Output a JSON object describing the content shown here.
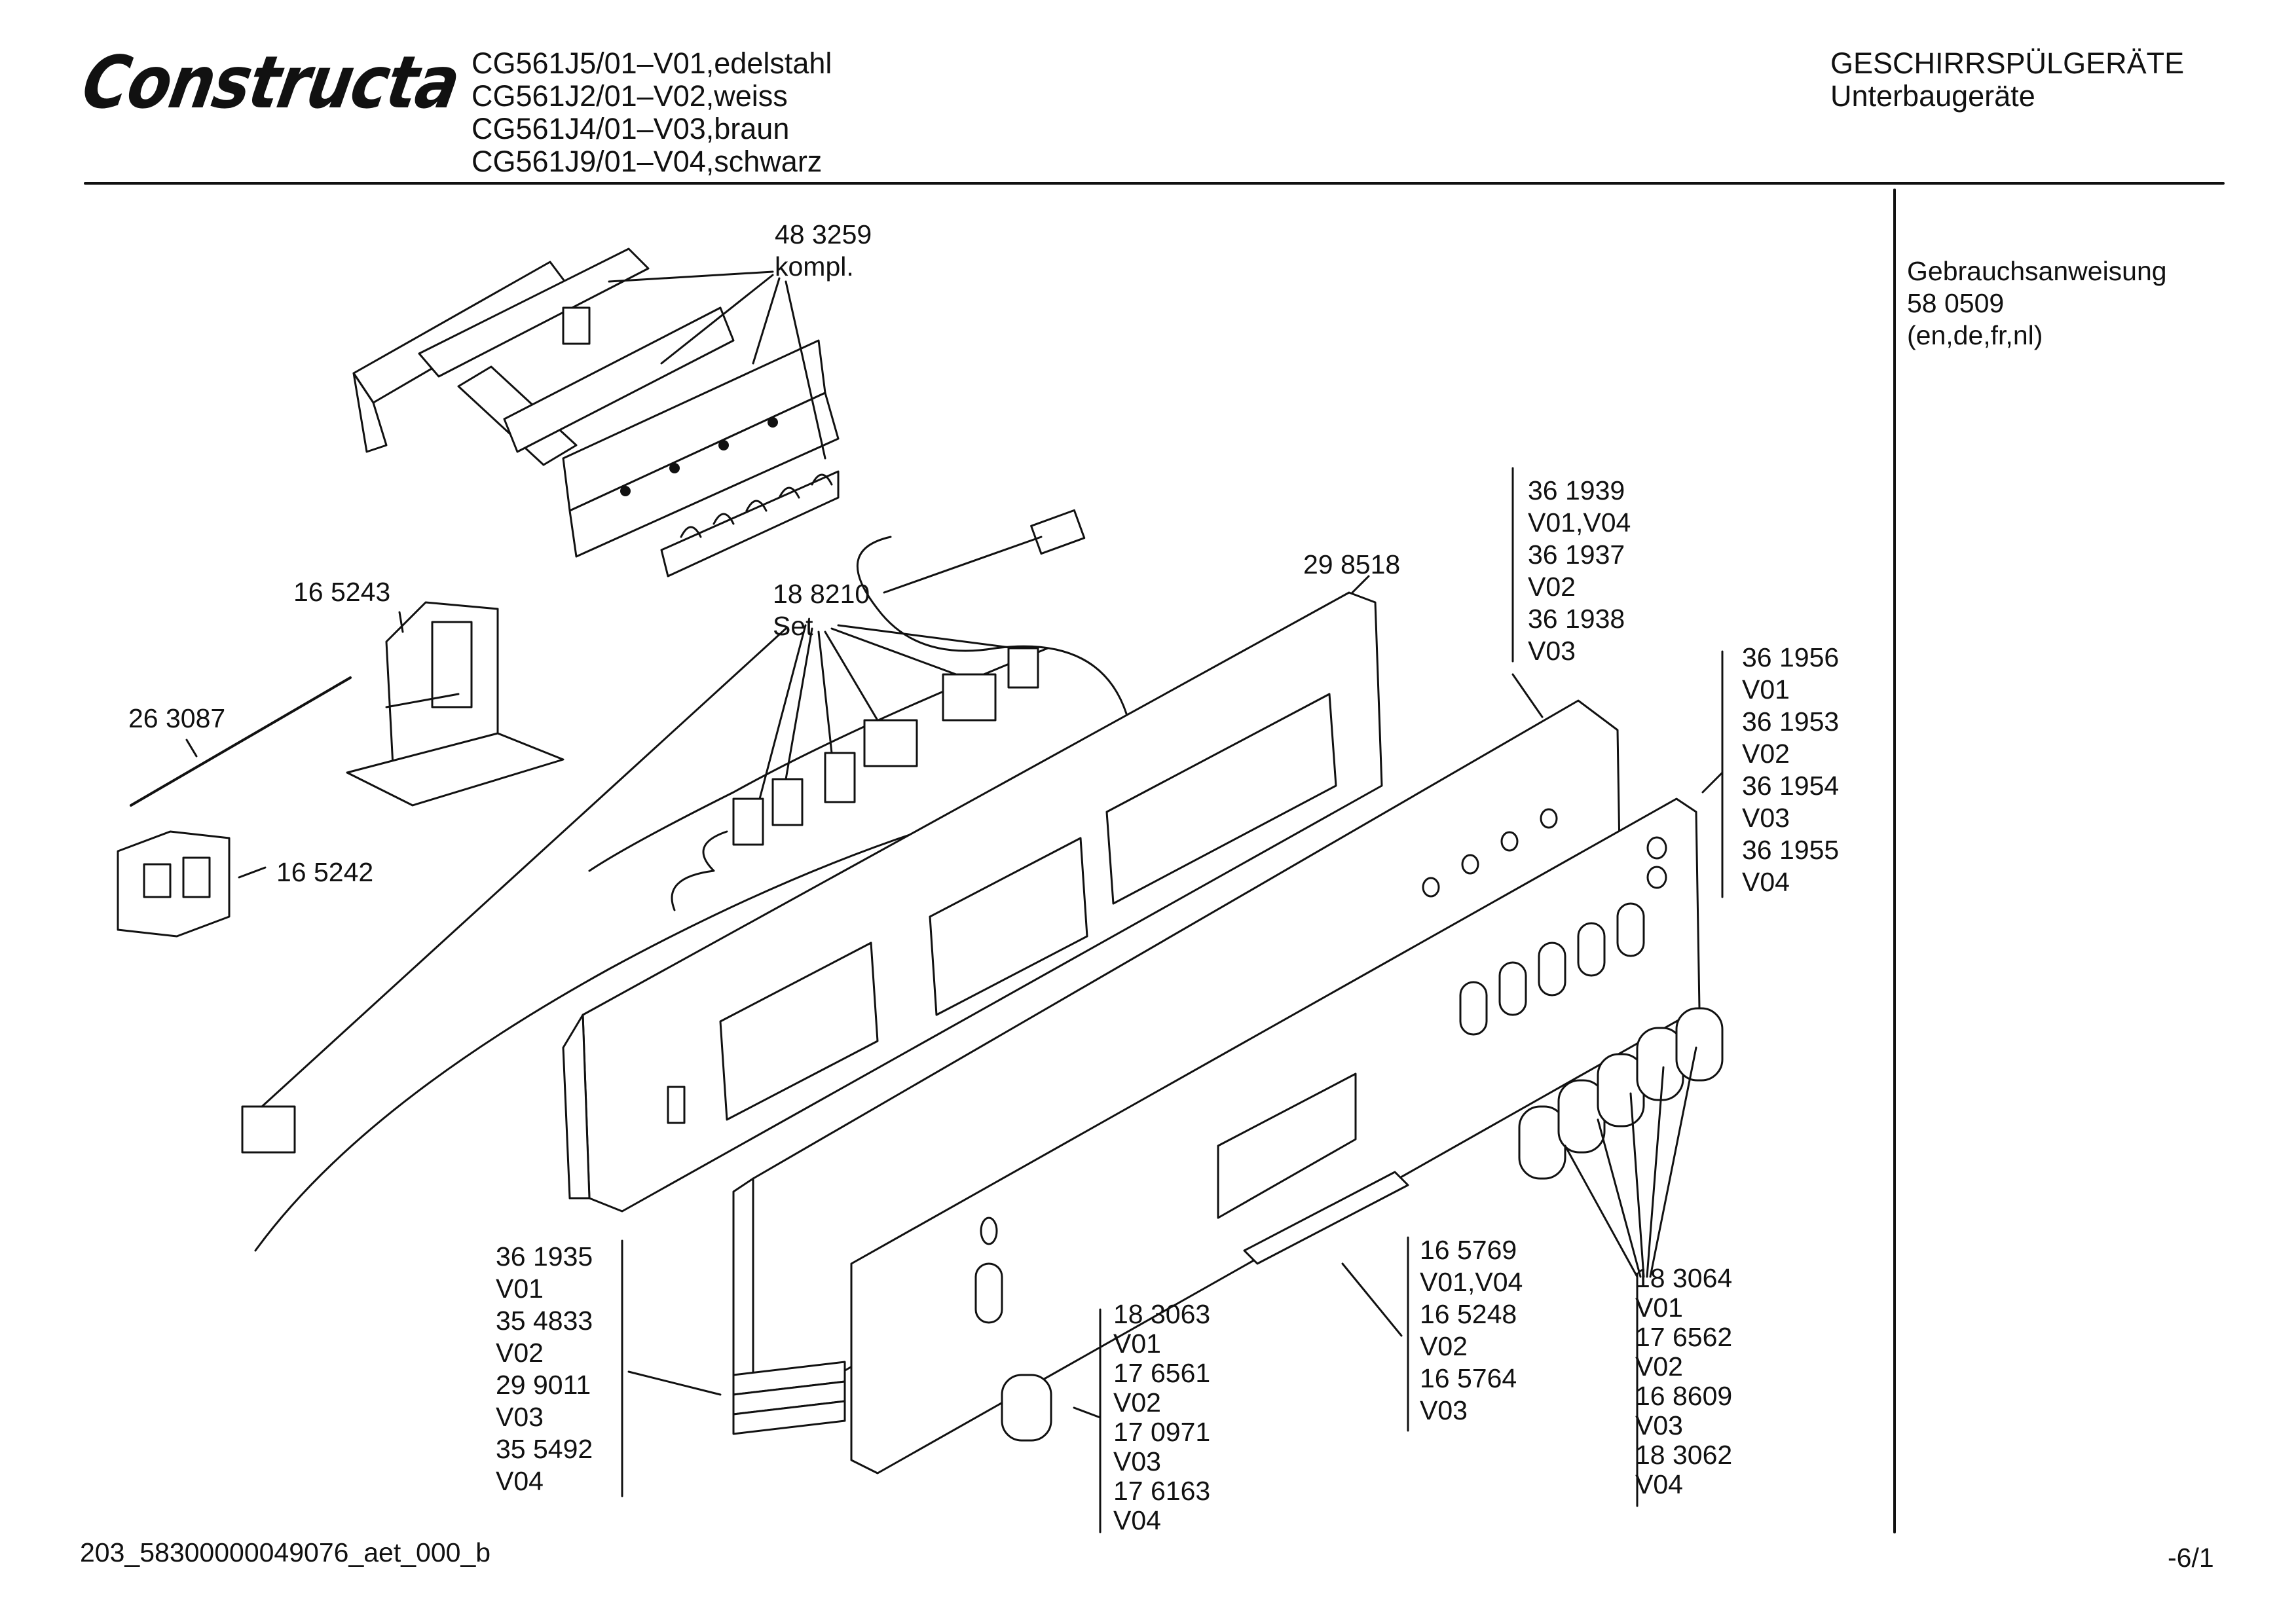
{
  "header": {
    "brand": "Constructa",
    "models": [
      "CG561J5/01–V01,edelstahl",
      "CG561J2/01–V02,weiss",
      "CG561J4/01–V03,braun",
      "CG561J9/01–V04,schwarz"
    ],
    "category": "GESCHIRRSPÜLGERÄTE",
    "subcategory": "Unterbaugeräte"
  },
  "manual": {
    "title": "Gebrauchsanweisung",
    "number": "58 0509",
    "languages": "(en,de,fr,nl)"
  },
  "labels": {
    "l483259": [
      "48 3259",
      "kompl."
    ],
    "l165243": [
      "16 5243"
    ],
    "l263087": [
      "26 3087"
    ],
    "l165242": [
      "16 5242"
    ],
    "l188210": [
      "18 8210",
      "Set"
    ],
    "l298518": [
      "29 8518"
    ],
    "l361939": [
      "36 1939",
      "V01,V04",
      "36 1937",
      "V02",
      "36 1938",
      "V03"
    ],
    "l361956": [
      "36 1956",
      "V01",
      "36 1953",
      "V02",
      "36 1954",
      "V03",
      "36 1955",
      "V04"
    ],
    "l361935": [
      "36 1935",
      "V01",
      "35 4833",
      "V02",
      "29 9011",
      "V03",
      "35 5492",
      "V04"
    ],
    "l183063": [
      "18 3063",
      "V01",
      "17 6561",
      "V02",
      "17 0971",
      "V03",
      "17 6163",
      "V04"
    ],
    "l165769": [
      "16 5769",
      "V01,V04",
      "16 5248",
      "V02",
      "16 5764",
      "V03"
    ],
    "l183064": [
      "18 3064",
      "V01",
      "17 6562",
      "V02",
      "16 8609",
      "V03",
      "18 3062",
      "V04"
    ]
  },
  "footer": {
    "doc_id": "203_58300000049076_aet_000_b",
    "page": "-6/1"
  }
}
